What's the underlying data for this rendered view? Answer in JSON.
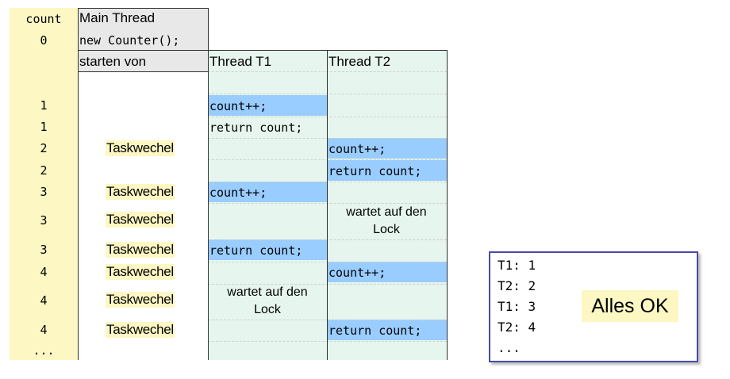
{
  "header": {
    "count_label": "count",
    "main_thread_label": "Main Thread",
    "init_count": "0",
    "init_code": "new Counter();",
    "start_label": "starten von",
    "t1_label": "Thread T1",
    "t2_label": "Thread T2"
  },
  "rows": [
    {
      "count": "1",
      "main": "",
      "t1": "count++;",
      "t2": ""
    },
    {
      "count": "1",
      "main": "",
      "t1": "return count;",
      "t2": ""
    },
    {
      "count": "2",
      "main": "Taskwechel",
      "t1": "",
      "t2": "count++;"
    },
    {
      "count": "2",
      "main": "",
      "t1": "",
      "t2": "return count;"
    },
    {
      "count": "3",
      "main": "Taskwechel",
      "t1": "count++;",
      "t2": ""
    },
    {
      "count": "3",
      "main": "Taskwechel",
      "t1": "",
      "t2": "wartet auf den Lock"
    },
    {
      "count": "3",
      "main": "Taskwechel",
      "t1": "return count;",
      "t2": ""
    },
    {
      "count": "4",
      "main": "Taskwechel",
      "t1": "",
      "t2": "count++;"
    },
    {
      "count": "4",
      "main": "Taskwechel",
      "t1": "wartet auf den Lock",
      "t2": ""
    },
    {
      "count": "4",
      "main": "Taskwechel",
      "t1": "",
      "t2": "return count;"
    },
    {
      "count": "...",
      "main": "",
      "t1": "",
      "t2": ""
    }
  ],
  "result_box": {
    "lines": [
      "T1: 1",
      "T2: 2",
      "T1: 3",
      "T2: 4",
      "..."
    ],
    "status": "Alles OK"
  },
  "colors": {
    "count_column": "#fdf7c3",
    "thread_columns": "#e6f6ee",
    "main_header": "#e8e8e8",
    "highlight": "#99ccff",
    "box_border": "#4a4aa8"
  }
}
